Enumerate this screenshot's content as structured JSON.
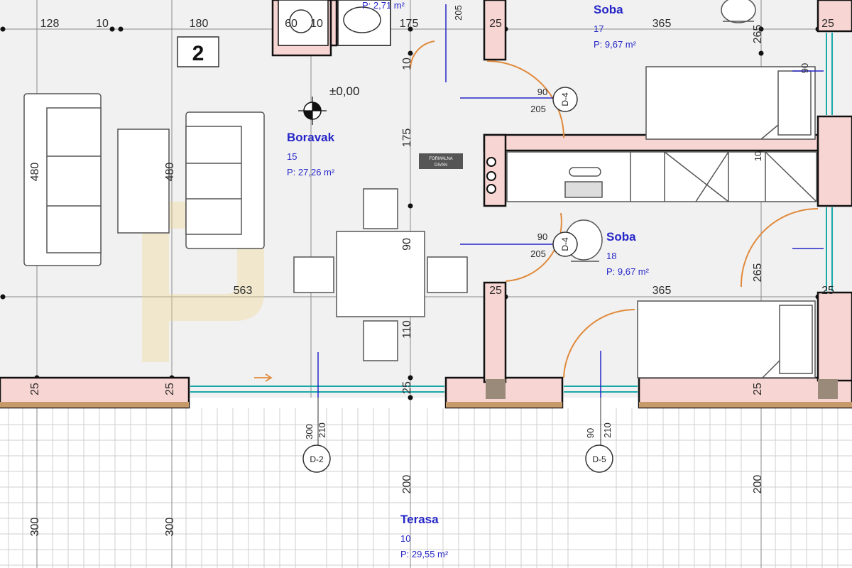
{
  "unit_number": "2",
  "elevation": "±0,00",
  "rooms": {
    "boravak": {
      "name": "Boravak",
      "number": "15",
      "area": "P: 27,26 m²"
    },
    "soba17": {
      "name": "Soba",
      "number": "17",
      "area": "P: 9,67 m²"
    },
    "soba18": {
      "name": "Soba",
      "number": "18",
      "area": "P: 9,67 m²"
    },
    "terasa": {
      "name": "Terasa",
      "number": "10",
      "area": "P: 29,55 m²"
    },
    "bath": {
      "area": "P: 2,71 m²"
    }
  },
  "doors": {
    "d4a": {
      "tag": "D-4",
      "w": "90",
      "h": "205"
    },
    "d4b": {
      "tag": "D-4",
      "w": "90",
      "h": "205"
    },
    "d2": {
      "tag": "D-2",
      "w": "300",
      "h": "210"
    },
    "d5": {
      "tag": "D-5",
      "w": "90",
      "h": "210"
    }
  },
  "dimensions": {
    "top_128": "128",
    "top_10": "10",
    "top_180": "180",
    "top_60": "60",
    "top_10b": "10",
    "top_175": "175",
    "top_205": "205",
    "top_25a": "25",
    "top_365": "365",
    "top_25b": "25",
    "left_480a": "480",
    "left_480b": "480",
    "d563": "563",
    "v10": "10",
    "v175": "175",
    "v90": "90",
    "v110": "110",
    "v25": "25",
    "w25a": "25",
    "w25b": "25",
    "w25c": "25",
    "w25d": "25",
    "w25e": "25",
    "r265a": "265",
    "r265b": "265",
    "r365": "365",
    "r10": "10",
    "r90": "90",
    "t300a": "300",
    "t300b": "300",
    "t200a": "200",
    "t200b": "200"
  },
  "labels": {
    "cabinet": "FORMALNA",
    "cabinet2": "DIVAN"
  },
  "colors": {
    "wall_fill": "#f7d5d2",
    "room_fill": "#f1f1f1",
    "room_text": "#2626c8",
    "door_arc": "#e08a3c",
    "glass": "#19a8a8"
  }
}
